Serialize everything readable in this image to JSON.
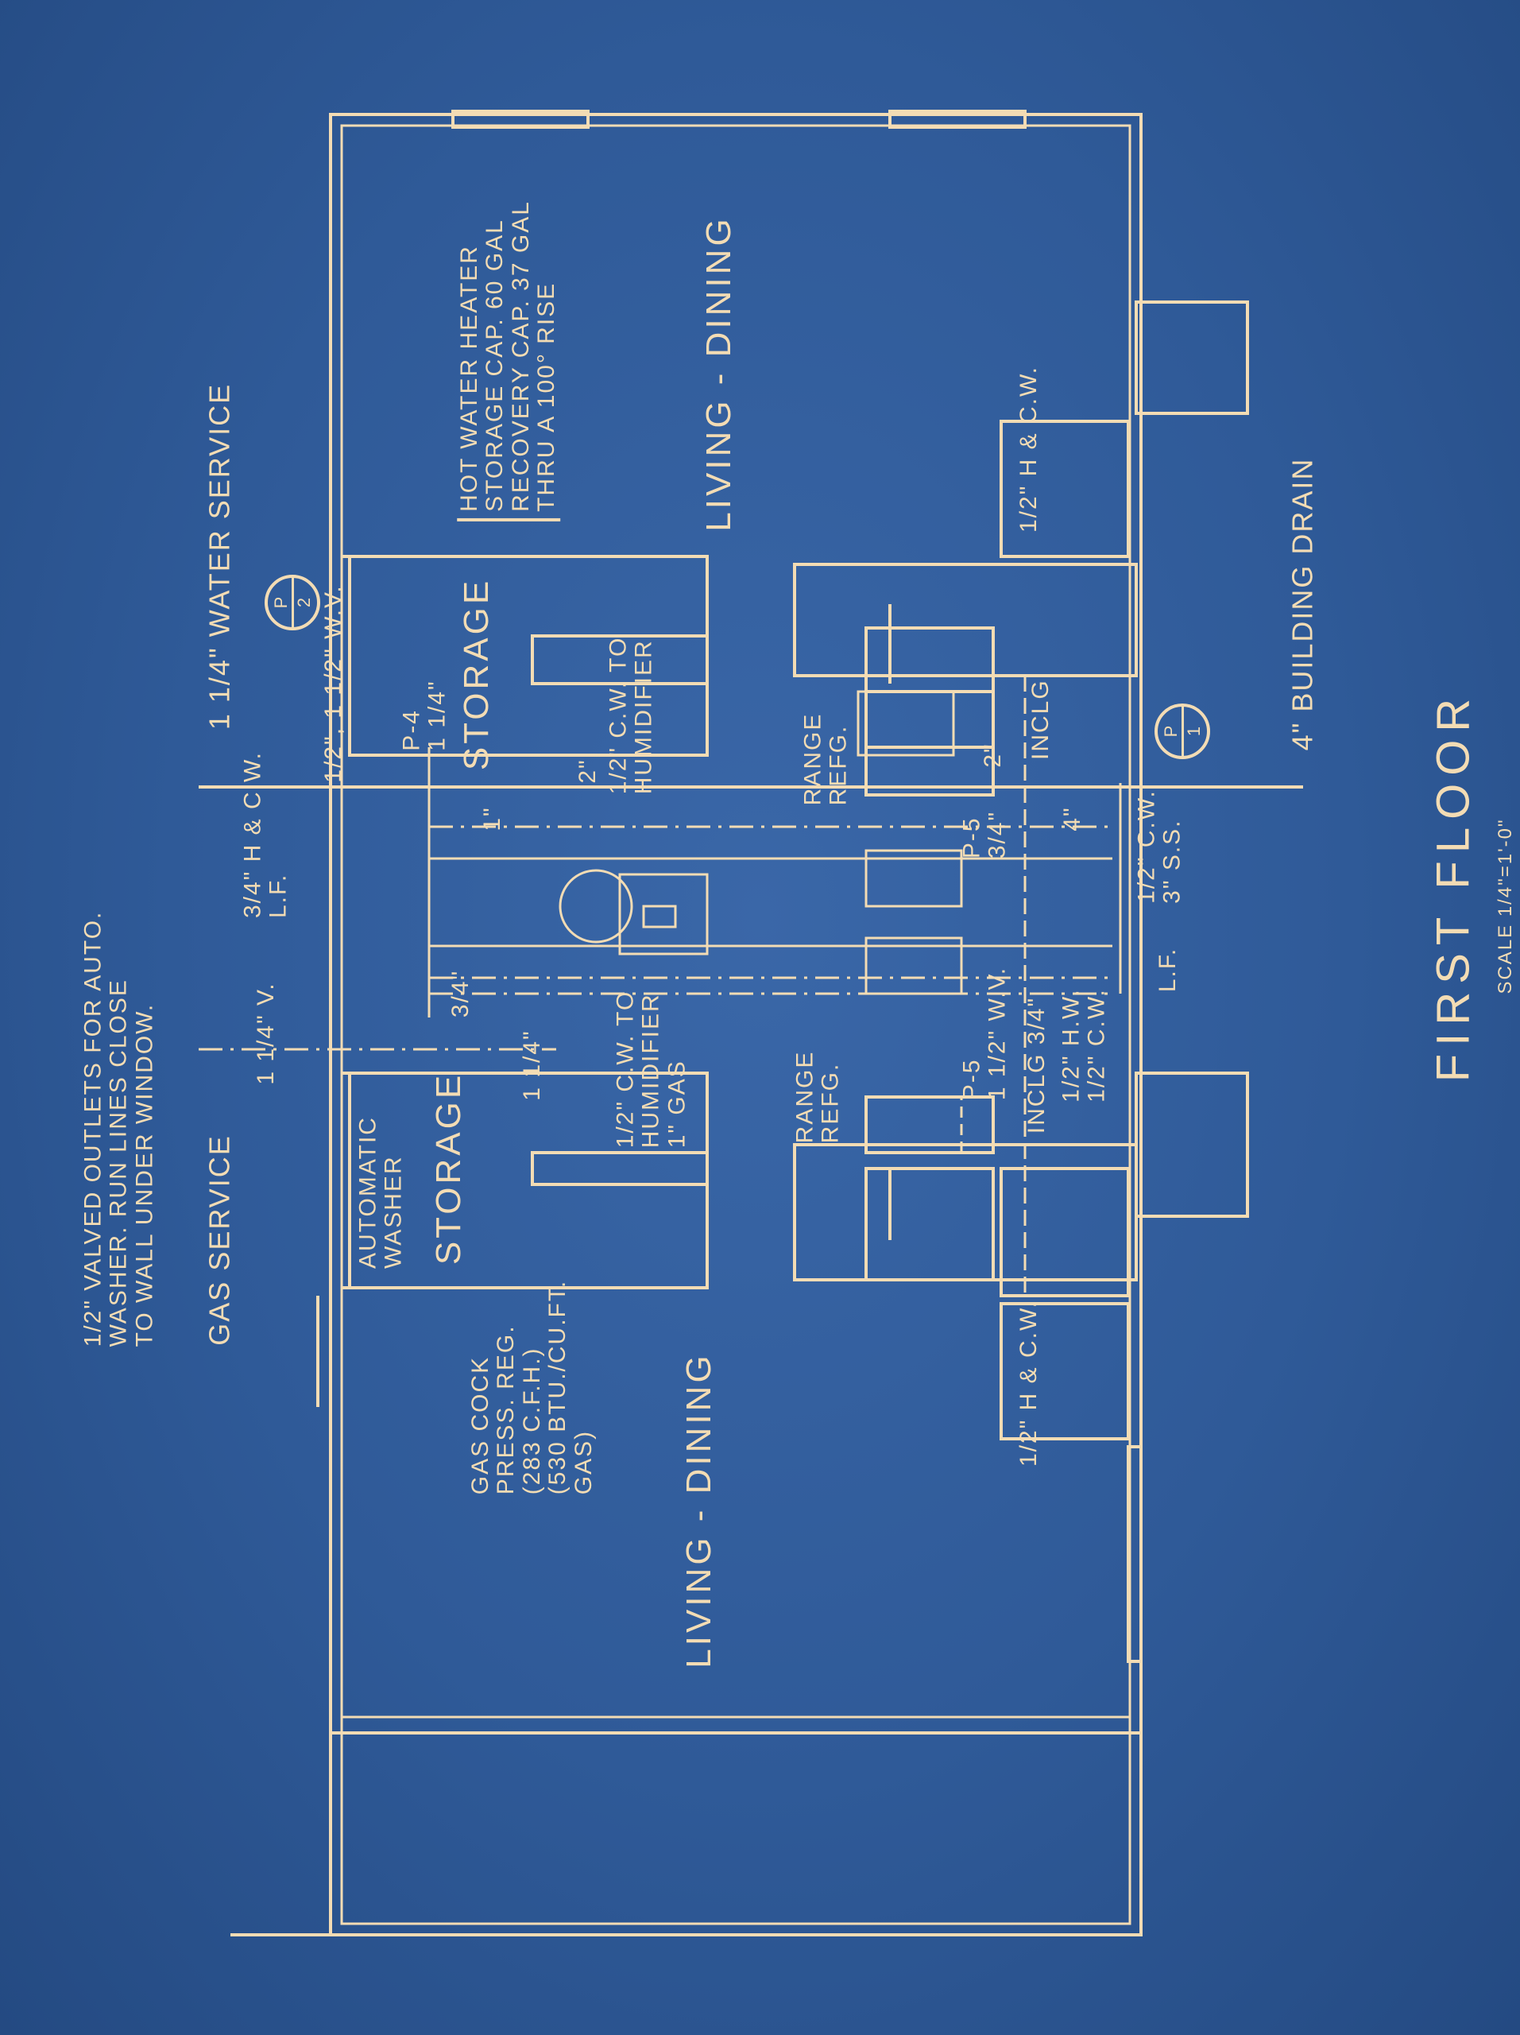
{
  "sheet": {
    "title": "FIRST FLOOR",
    "scale": "SCALE 1/4\"=1'-0\"",
    "colors": {
      "paper": "#2f5a98",
      "ink": "#f3dcb4"
    }
  },
  "rooms": {
    "living_dining_top": "LIVING - DINING",
    "living_dining_bottom": "LIVING - DINING",
    "storage_top": "STORAGE",
    "storage_bottom": "STORAGE",
    "automatic_washer": "AUTOMATIC\nWASHER"
  },
  "notes": {
    "washer_outlets": "1/2\" VALVED OUTLETS FOR AUTO.\nWASHER. RUN LINES CLOSE\nTO WALL UNDER WINDOW.",
    "gas_service": "GAS SERVICE",
    "water_service": "1 1/4\" WATER SERVICE",
    "hot_water_heater": "HOT WATER HEATER\nSTORAGE CAP. 60 GAL\nRECOVERY CAP. 37 GAL\nTHRU A 100° RISE",
    "gas_cock": "GAS COCK\nPRESS. REG.\n(283 C.F.H.)\n(530 BTU./CU.FT.\nGAS)",
    "humidifier_top": "1/2\" C.W. TO\nHUMIDIFIER",
    "humidifier_bottom": "1/2\" C.W. TO\nHUMIDIFIER\n1\" GAS",
    "range_refg_top": "RANGE\nREFG.",
    "range_refg_bottom": "RANGE\nREFG.",
    "inclg_top": "INCLG.",
    "inclg_bottom": "INCLG 3/4\"",
    "hc_w_top": "1/2\" H & C.W.",
    "hc_w_bottom": "1/2\" H & C.W.",
    "building_drain": "4\" BUILDING DRAIN",
    "hc_w_34": "3/4\" H & C.W.\nL.F.",
    "wv_top": "1/2\", 1 1/2\" W.V.",
    "p4": "P-4\n1 1/4\"",
    "p5_top": "P-5\n3/4\"",
    "p5_bottom": "P-5\n1 1/2\" W.V.",
    "hw_cw": "1/2\" H.W.\n1/2\" C.W.",
    "cw_ss": "1/2\" C.W.\n3\" S.S.",
    "lf": "L.F.",
    "v114": "1 1/4\" V.",
    "size_2a": "2\"",
    "size_2b": "2\"",
    "size_34": "3/4\"",
    "size_114": "1 1/4\"",
    "size_1": "1\"",
    "size_4": "4\""
  },
  "markers": {
    "p1": {
      "top": "P",
      "bottom": "1"
    },
    "p2": {
      "top": "P",
      "bottom": "2"
    }
  }
}
